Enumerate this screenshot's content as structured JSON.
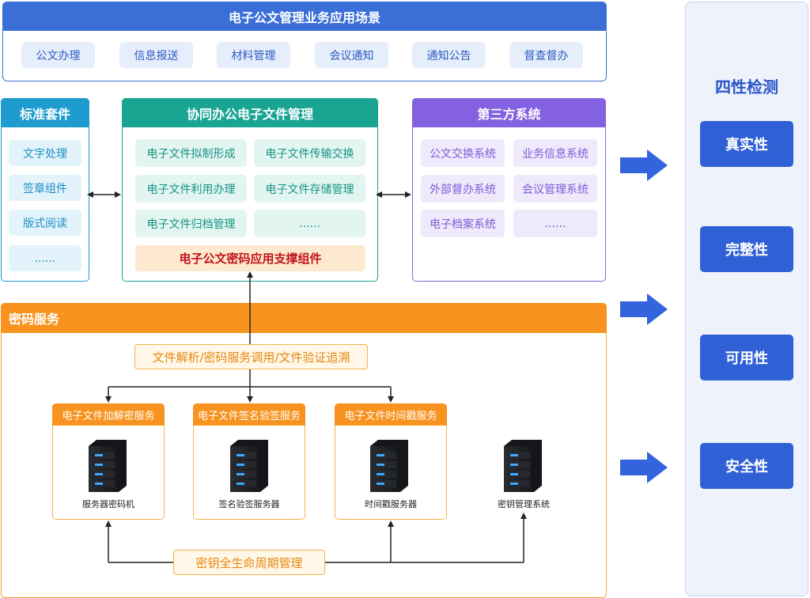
{
  "top": {
    "title": "电子公文管理业务应用场景",
    "items": [
      "公文办理",
      "信息报送",
      "材料管理",
      "会议通知",
      "通知公告",
      "督查督办"
    ]
  },
  "standard": {
    "title": "标准套件",
    "items": [
      "文字处理",
      "签章组件",
      "版式阅读",
      "......"
    ]
  },
  "cooperative": {
    "title": "协同办公电子文件管理",
    "items": [
      "电子文件拟制形成",
      "电子文件传输交换",
      "电子文件利用办理",
      "电子文件存储管理",
      "电子文件归档管理",
      "......"
    ],
    "support": "电子公文密码应用支撑组件"
  },
  "third_party": {
    "title": "第三方系统",
    "items": [
      "公文交换系统",
      "业务信息系统",
      "外部督办系统",
      "会议管理系统",
      "电子档案系统",
      "......"
    ]
  },
  "crypto": {
    "title": "密码服务",
    "parse_label": "文件解析/密码服务调用/文件验证追溯",
    "services": [
      {
        "title": "电子文件加解密服务",
        "caption": "服务器密码机"
      },
      {
        "title": "电子文件签名验签服务",
        "caption": "签名验签服务器"
      },
      {
        "title": "电子文件时间戳服务",
        "caption": "时间戳服务器"
      }
    ],
    "key_system": "密钥管理系统",
    "lifecycle_label": "密钥全生命周期管理"
  },
  "four_checks": {
    "title": "四性检测",
    "items": [
      "真实性",
      "完整性",
      "可用性",
      "安全性"
    ]
  },
  "colors": {
    "blue": "#3b6fd8",
    "teal": "#1aa593",
    "cyan": "#1e9bcf",
    "purple": "#8461e0",
    "orange": "#f7931e",
    "accent_red": "#c0141b"
  },
  "icons": [
    "server-icon",
    "arrow-right-icon",
    "double-arrow-icon"
  ]
}
